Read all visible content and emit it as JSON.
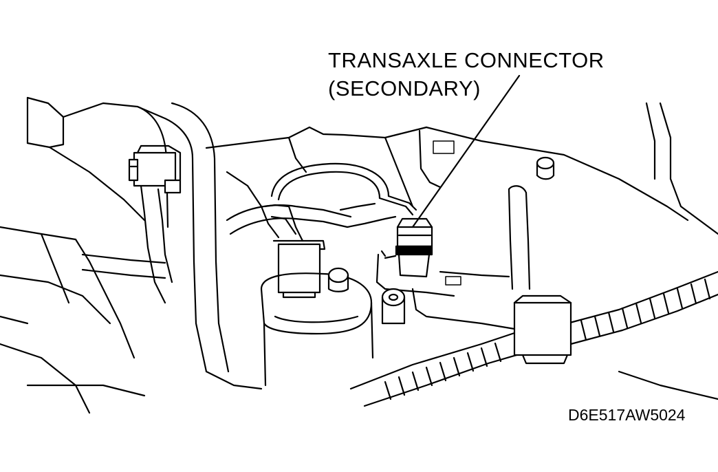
{
  "callout": {
    "line1": "TRANSAXLE CONNECTOR",
    "line2": "(SECONDARY)"
  },
  "figure_code": "D6E517AW5024"
}
